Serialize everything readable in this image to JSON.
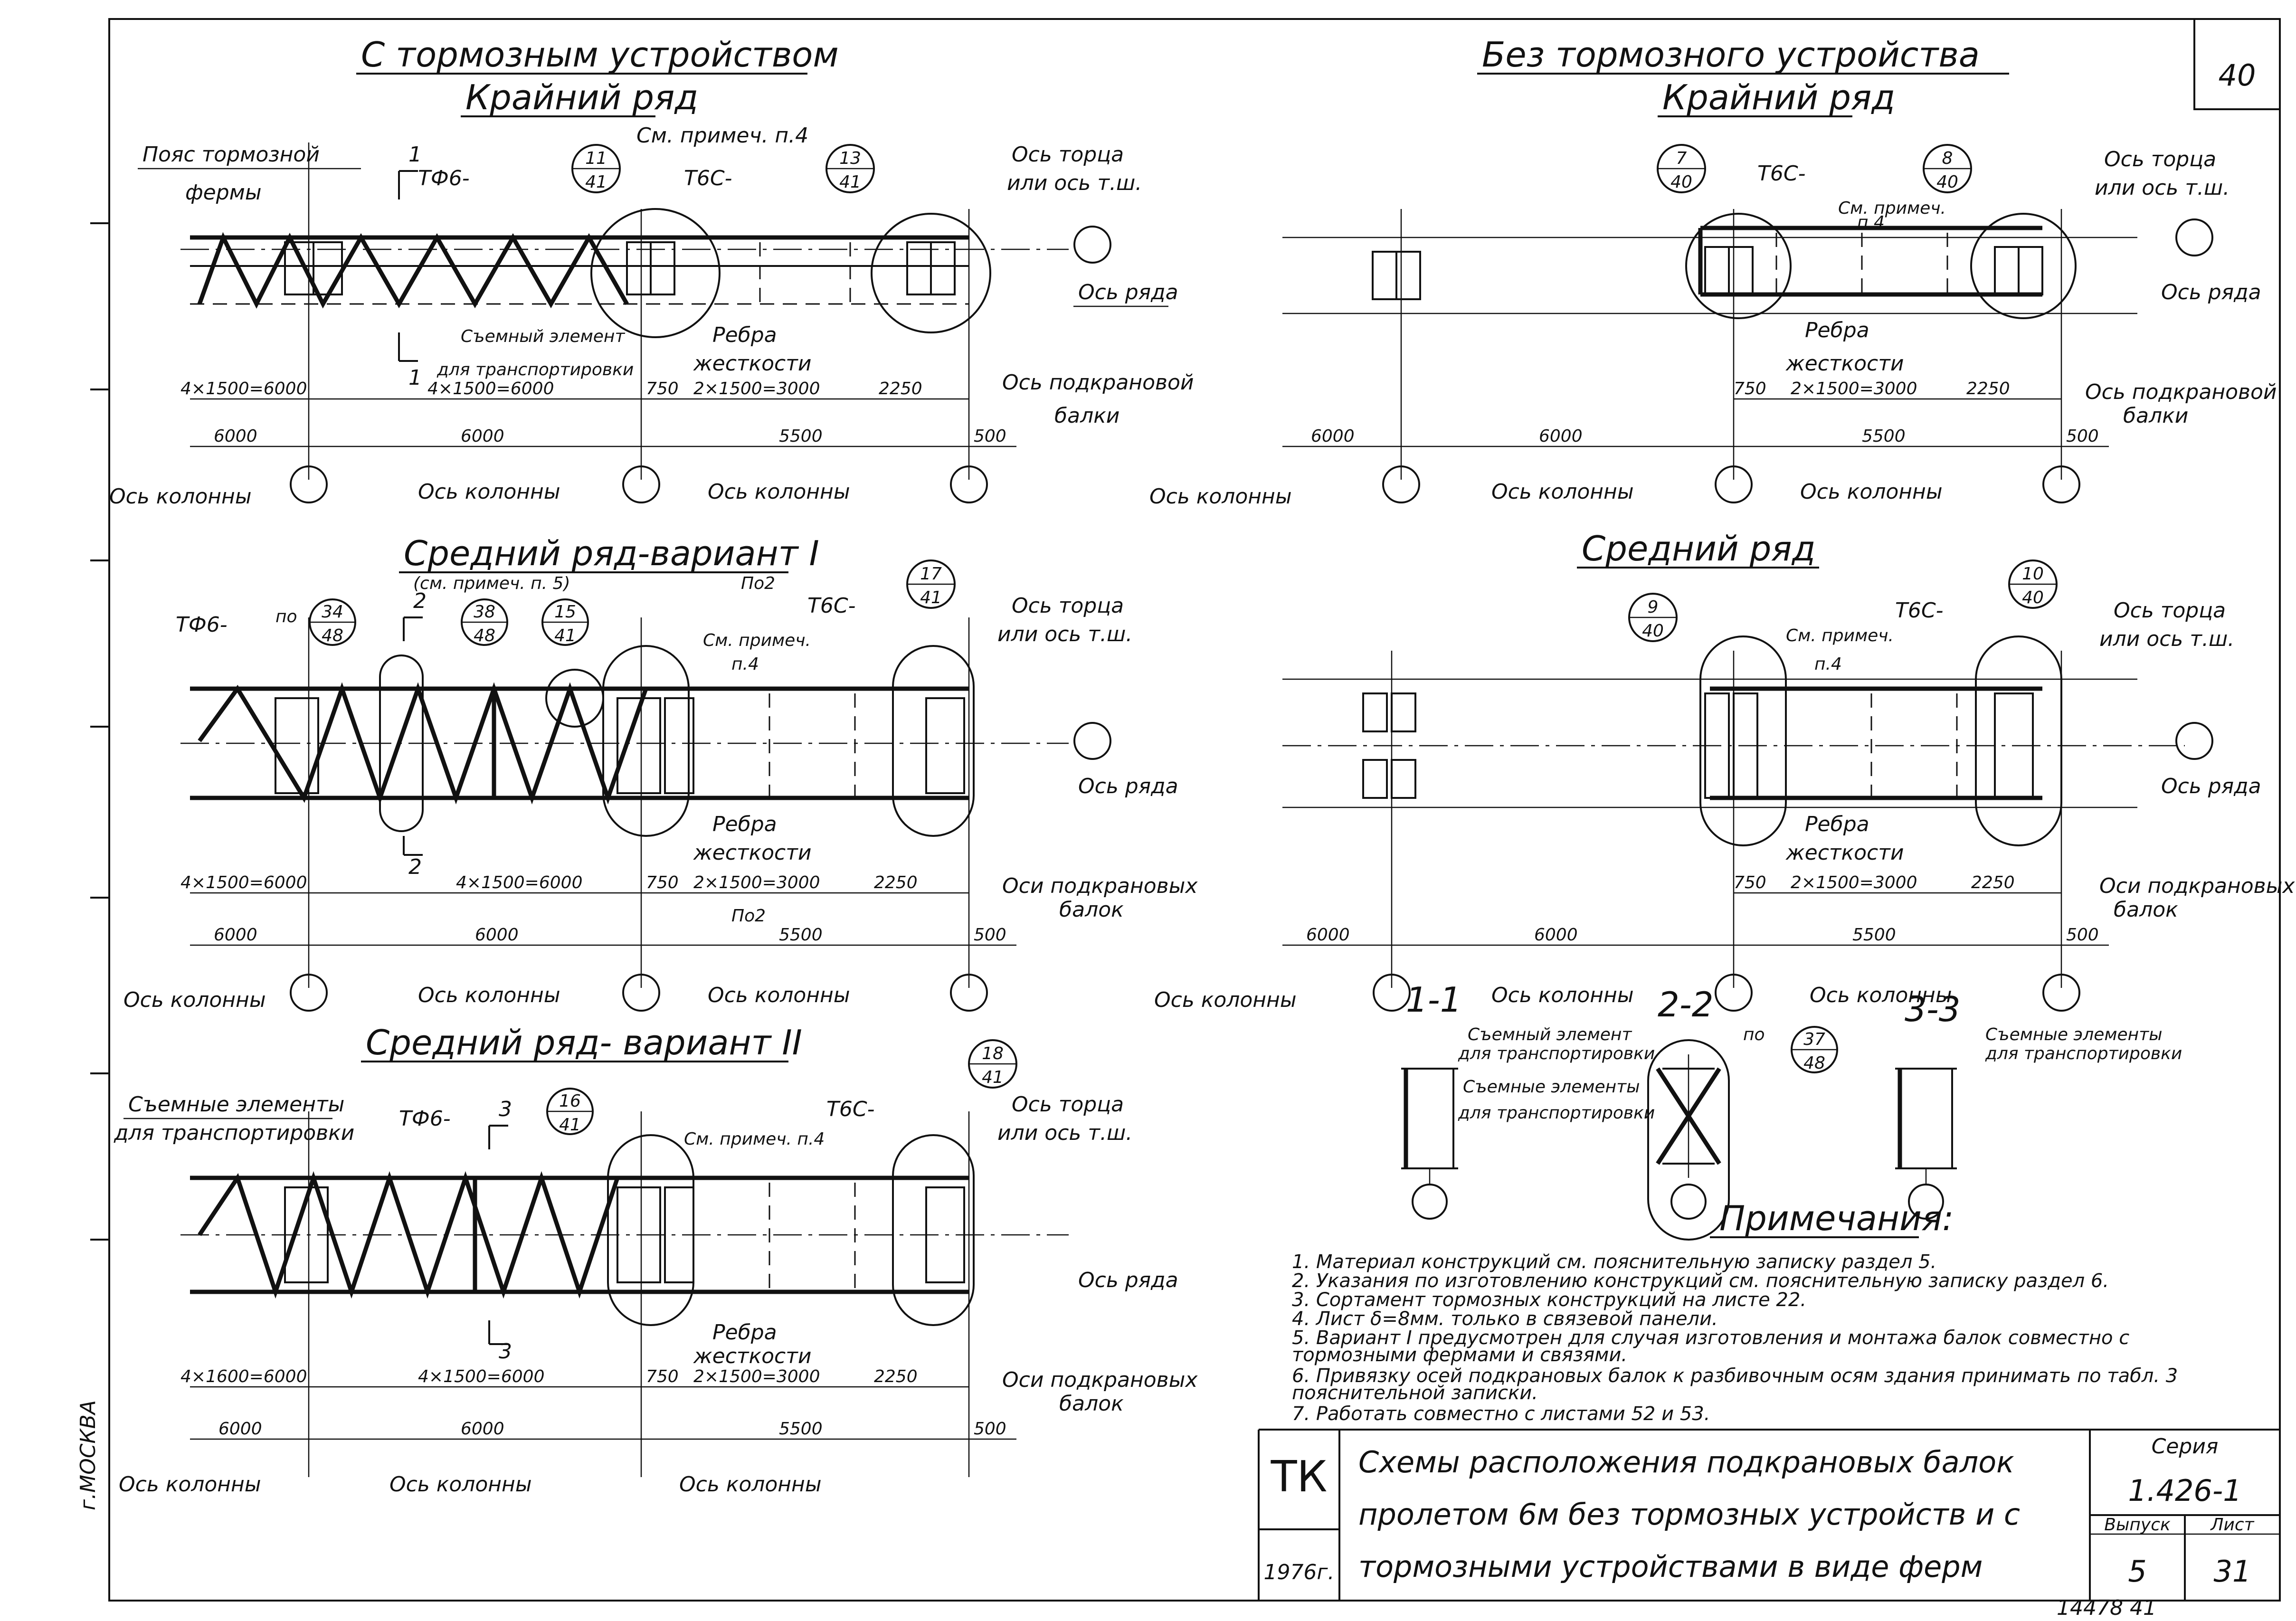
{
  "sheet_number": "40",
  "sections": {
    "brake_title": "С тормозным устройством",
    "nobrake_title": "Без тормозного устройства",
    "edge_row": "Крайний ряд",
    "mid_row_v1": "Средний ряд-вариант I",
    "mid_row_v1_sub": "(см. примеч. п. 5)",
    "mid_row_v2": "Средний ряд- вариант II",
    "mid_row": "Средний ряд"
  },
  "labels": {
    "belt": "Пояс тормозной",
    "belt2": "фермы",
    "tf6": "ТФ6-",
    "tb6": "Т6С-",
    "see_note4": "См. примеч. п.4",
    "see_note": "См. примеч.",
    "p4": "п.4",
    "axis_end": "Ось торца",
    "axis_end2": "или ось т.ш.",
    "axis_row": "Ось ряда",
    "removable": "Съемный элемент",
    "for_transport": "для транспортировки",
    "removables": "Съемные элементы",
    "ribs": "Ребра",
    "ribs2": "жесткости",
    "axis_crane": "Ось подкрановой",
    "axis_crane2": "балки",
    "axes_cranes": "Оси подкрановых",
    "axes_cranes2": "балок",
    "axis_col": "Ось колонны",
    "po": "по",
    "po2": "По2"
  },
  "dims": {
    "d4x1500": "4×1500=6000",
    "d4x1600": "4×1600=6000",
    "d750": "750",
    "d2x1500": "2×1500=3000",
    "d2250": "2250",
    "d6000": "6000",
    "d5500": "5500",
    "d500": "500"
  },
  "cuts": {
    "c1": "1",
    "c2": "2",
    "c3": "3",
    "s11": "1-1",
    "s22": "2-2",
    "s33": "3-3"
  },
  "refs": {
    "r11": {
      "top": "11",
      "bot": "41"
    },
    "r13": {
      "top": "13",
      "bot": "41"
    },
    "r7": {
      "top": "7",
      "bot": "40"
    },
    "r8": {
      "top": "8",
      "bot": "40"
    },
    "r34": {
      "top": "34",
      "bot": "48"
    },
    "r38": {
      "top": "38",
      "bot": "48"
    },
    "r15": {
      "top": "15",
      "bot": "41"
    },
    "r17": {
      "top": "17",
      "bot": "41"
    },
    "r9": {
      "top": "9",
      "bot": "40"
    },
    "r10": {
      "top": "10",
      "bot": "40"
    },
    "r16": {
      "top": "16",
      "bot": "41"
    },
    "r18": {
      "top": "18",
      "bot": "41"
    },
    "r37": {
      "top": "37",
      "bot": "48"
    }
  },
  "notes": {
    "heading": "Примечания:",
    "items": [
      "1. Материал конструкций см. пояснительную записку раздел 5.",
      "2. Указания по изготовлению конструкций см. пояснительную записку раздел 6.",
      "3. Сортамент тормозных конструкций на листе 22.",
      "4. Лист δ=8мм. только в связевой панели.",
      "5. Вариант I предусмотрен для случая изготовления и монтажа балок совместно с",
      "   тормозными фермами и связями.",
      "6. Привязку осей подкрановых балок к разбивочным осям здания принимать по табл. 3",
      "   пояснительной записки.",
      "7. Работать совместно с листами 52 и 53."
    ]
  },
  "stamp": {
    "org": "ТК",
    "year": "1976г.",
    "title_line1": "Схемы расположения подкрановых балок",
    "title_line2": "пролетом 6м без тормозных устройств и с",
    "title_line3": "тормозными устройствами в виде ферм",
    "series_label": "Серия",
    "series": "1.426-1",
    "issue_label": "Выпуск",
    "issue": "5",
    "sheet_label": "Лист",
    "sheet": "31"
  },
  "margin_text": "г.МОСКВА",
  "bottom_number": "14478   41"
}
